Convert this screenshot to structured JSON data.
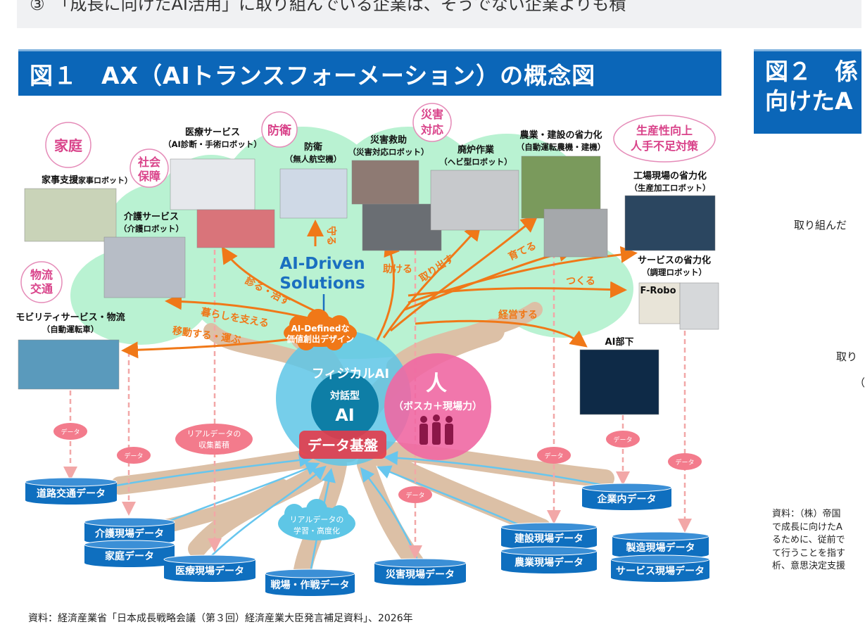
{
  "top_strip": {
    "text": "③　「成長に向けたAI活用」に取り組んでいる企業は、そうでない企業よりも積"
  },
  "figure1": {
    "title": "図１　AX（AIトランスフォーメーション）の概念図",
    "source": "資料：経済産業省「日本成長戦略会議（第３回）経済産業大臣発言補足資料」、2026年",
    "center": {
      "physical_ai": "フィジカルAI",
      "dialog_ai_1": "対話型",
      "dialog_ai_2": "AI",
      "human": "人",
      "human_sub": "（ボスカ＋現場力）",
      "data_base": "データ基盤",
      "ai_driven_1": "AI-Driven",
      "ai_driven_2": "Solutions",
      "ai_defined_1": "AI-Definedな",
      "ai_defined_2": "価値創出デザイン"
    },
    "domains": {
      "home": "家庭",
      "social_1": "社会",
      "social_2": "保障",
      "defense": "防衛",
      "disaster_1": "災害",
      "disaster_2": "対応",
      "productivity_1": "生産性向上",
      "productivity_2": "人手不足対策",
      "logistics_1": "物流",
      "logistics_2": "交通"
    },
    "services": {
      "housework_main": "家事支援",
      "housework_sub": "（家事ロボット）",
      "medical_main": "医療サービス",
      "medical_sub": "（AI診断・手術ロボット）",
      "care_main": "介護サービス",
      "care_sub": "（介護ロボット）",
      "defense_main": "防衛",
      "defense_sub": "（無人航空機）",
      "rescue_main": "災害救助",
      "rescue_sub": "（災害対応ロボット）",
      "decom_main": "廃炉作業",
      "decom_sub": "（ヘビ型ロボット）",
      "agri_main": "農業・建設の省力化",
      "agri_sub": "（自動運転農機・建機）",
      "factory_main": "工場現場の省力化",
      "factory_sub": "（生産加工ロボット）",
      "service_main": "サービスの省力化",
      "service_sub": "（調理ロボット）",
      "frobo": "F-Robo",
      "mobility_main": "モビリティサービス・物流",
      "mobility_sub": "（自動運転車）",
      "ai_subordinate": "AI部下"
    },
    "verbs": {
      "mamoru": "守る",
      "tasukeru": "助ける",
      "toridasu": "取り出す",
      "sodateru": "育てる",
      "tsukuru": "つくる",
      "keiei": "経営する",
      "shinru": "診る・治す",
      "kurashi": "暮らしを支える",
      "idou": "移動する・運ぶ"
    },
    "clouds": {
      "data": "データ",
      "collect_1": "リアルデータの",
      "collect_2": "収集蓄積",
      "learn_1": "リアルデータの",
      "learn_2": "学習・高度化"
    },
    "databases": {
      "road": "道路交通データ",
      "care": "介護現場データ",
      "home": "家庭データ",
      "medical": "医療現場データ",
      "battle": "戦場・作戦データ",
      "disaster": "災害現場データ",
      "construction": "建設現場データ",
      "agriculture": "農業現場データ",
      "enterprise": "企業内データ",
      "manufacturing": "製造現場データ",
      "service": "サービス現場データ"
    }
  },
  "figure2": {
    "title": "図２　係\n向けたA",
    "row1": "取り組んだ",
    "row2": "取り",
    "row3": "（",
    "footnote": [
      "資料：（株）帝国",
      "で成長に向けたA",
      "るために、従前で",
      "て行うことを指す",
      "析、意思決定支援"
    ]
  },
  "colors": {
    "header": "#0b66b8",
    "accent": "#f07818",
    "canopy": "#b9f2d2",
    "trunk": "#dcc0a6",
    "ai_circle": "#5ec6e6",
    "human_circle": "#ef68a3",
    "db": "#0f6fbf"
  }
}
